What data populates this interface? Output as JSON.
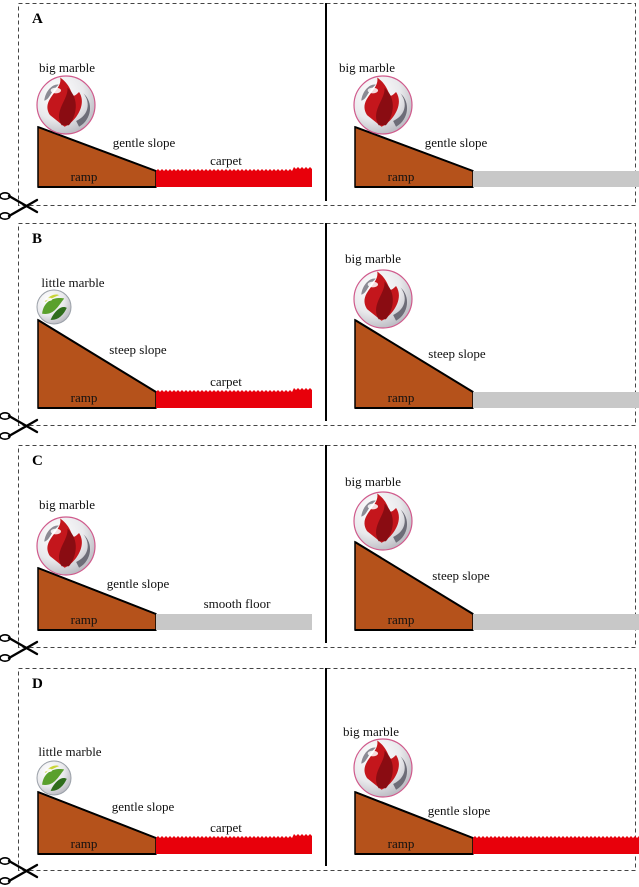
{
  "panels": [
    {
      "letter": "A",
      "left": {
        "marble": "big marble",
        "slope": "gentle slope",
        "surface": "carpet",
        "ramp": "ramp"
      },
      "right": {
        "marble": "big marble",
        "slope": "gentle slope",
        "surface": "smooth floor",
        "ramp": "ramp"
      }
    },
    {
      "letter": "B",
      "left": {
        "marble": "little marble",
        "slope": "steep slope",
        "surface": "carpet",
        "ramp": "ramp"
      },
      "right": {
        "marble": "big marble",
        "slope": "steep slope",
        "surface": "smooth floor",
        "ramp": "ramp"
      }
    },
    {
      "letter": "C",
      "left": {
        "marble": "big marble",
        "slope": "gentle slope",
        "surface": "smooth floor",
        "ramp": "ramp"
      },
      "right": {
        "marble": "big marble",
        "slope": "steep slope",
        "surface": "smooth floor",
        "ramp": "ramp"
      }
    },
    {
      "letter": "D",
      "left": {
        "marble": "little marble",
        "slope": "gentle slope",
        "surface": "carpet",
        "ramp": "ramp"
      },
      "right": {
        "marble": "big marble",
        "slope": "gentle slope",
        "surface": "carpet",
        "ramp": "ramp"
      }
    }
  ],
  "colors": {
    "ramp": "#b5521b",
    "carpet": "#e8000b",
    "smooth_floor": "#c8c8c8",
    "big_marble": "#c4161c",
    "little_marble": "#5aa02c"
  },
  "icons": {
    "cut_marker": "scissors-icon"
  }
}
